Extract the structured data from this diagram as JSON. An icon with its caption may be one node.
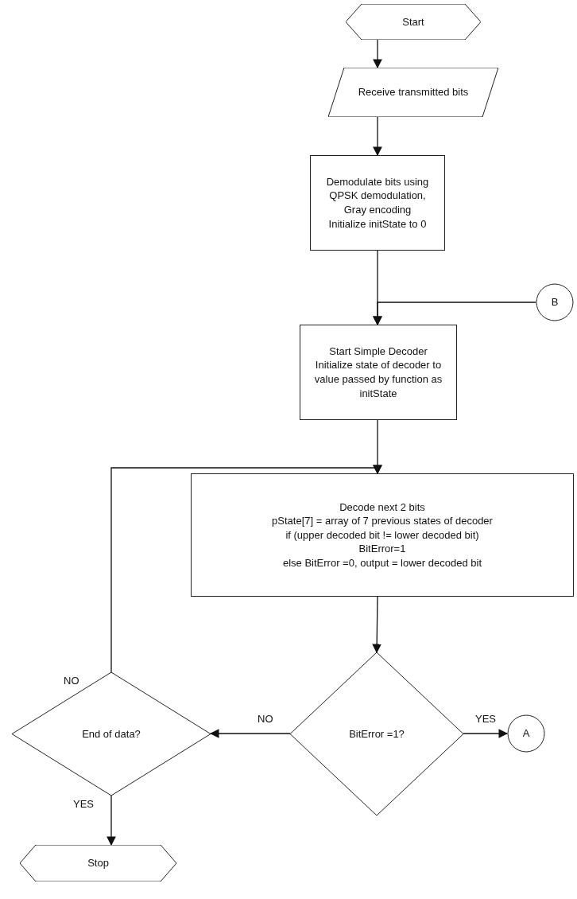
{
  "diagram": {
    "nodes": [
      {
        "text": [
          "Start"
        ]
      },
      {
        "text": [
          "Receive transmitted bits"
        ]
      },
      {
        "text": [
          "Demodulate bits using QPSK demodulation, Gray encoding",
          "Initialize initState to 0"
        ]
      },
      {
        "text": [
          "B"
        ]
      },
      {
        "text": [
          "Start Simple Decoder",
          "Initialize state of decoder to value passed by function as initState"
        ]
      },
      {
        "text": [
          "Decode next 2 bits",
          "pState[7] = array of 7 previous states of decoder",
          "if (upper decoded bit != lower decoded bit)",
          "BitError=1",
          "else BitError =0, output = lower decoded bit"
        ]
      },
      {
        "text": [
          "BitError =1?"
        ]
      },
      {
        "text": [
          "A"
        ]
      },
      {
        "text": [
          "End of data?"
        ]
      },
      {
        "text": [
          "Stop"
        ]
      }
    ],
    "edges": [
      {
        "from": 0,
        "to": 1,
        "arrow": "to"
      },
      {
        "from": 1,
        "to": 2,
        "arrow": "to"
      },
      {
        "from": 2,
        "to": 4,
        "arrow": "to"
      },
      {
        "from": 3,
        "to": 4,
        "arrow": "to"
      },
      {
        "from": 4,
        "to": 5,
        "arrow": "to"
      },
      {
        "from": 5,
        "to": 6,
        "arrow": "to"
      },
      {
        "from": 6,
        "to": 7,
        "arrow": "to",
        "label": "YES"
      },
      {
        "from": 6,
        "to": 8,
        "arrow": "to",
        "label": "NO"
      },
      {
        "from": 8,
        "to": 5,
        "arrow": "to",
        "label": "NO"
      },
      {
        "from": 8,
        "to": 9,
        "arrow": "to",
        "label": "YES"
      }
    ]
  }
}
